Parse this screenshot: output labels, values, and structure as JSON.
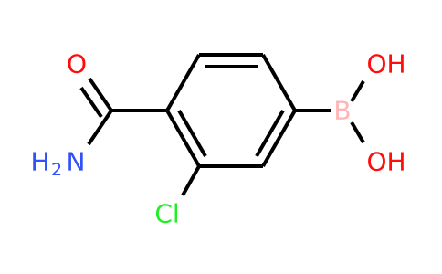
{
  "molecule": {
    "atoms": {
      "oxygen_carbonyl": {
        "symbol": "O",
        "color": "#ff0d0d"
      },
      "nitrogen": {
        "symbol": "H",
        "subscript": "2",
        "symbol2": "N",
        "color": "#3050f8"
      },
      "chlorine": {
        "symbol": "Cl",
        "color": "#1ff01f"
      },
      "boron": {
        "symbol": "B",
        "color": "#ffb5b5"
      },
      "hydroxyl_top": {
        "symbol": "OH",
        "color": "#ff0d0d"
      },
      "hydroxyl_bottom": {
        "symbol": "OH",
        "color": "#ff0d0d"
      }
    },
    "colors": {
      "bond": "#000000",
      "background": "#ffffff"
    }
  }
}
